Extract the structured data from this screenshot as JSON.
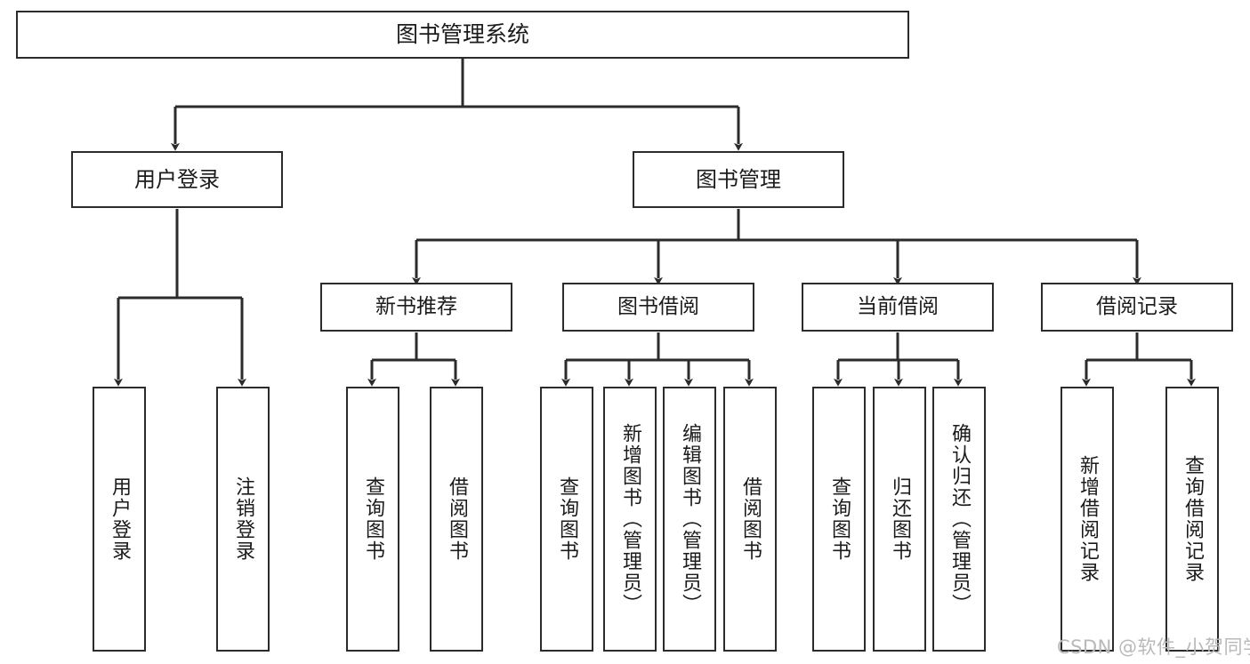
{
  "diagram": {
    "type": "tree-hierarchy",
    "title": "图书管理系统",
    "watermark": "CSDN @软件_小贺同学",
    "colors": {
      "stroke": "#2b2b2b",
      "fill": "#ffffff",
      "text": "#1b1b1b",
      "watermark": "#b9b9b9"
    },
    "nodes": {
      "root": {
        "label": "图书管理系统"
      },
      "level1": [
        {
          "id": "user-login",
          "label": "用户登录"
        },
        {
          "id": "book-management",
          "label": "图书管理"
        }
      ],
      "level2": [
        {
          "id": "new-book-recommend",
          "label": "新书推荐"
        },
        {
          "id": "book-borrow",
          "label": "图书借阅"
        },
        {
          "id": "current-borrow",
          "label": "当前借阅"
        },
        {
          "id": "borrow-record",
          "label": "借阅记录"
        }
      ],
      "leaves": {
        "user-login": [
          {
            "id": "leaf-user-login",
            "label": "用户登录"
          },
          {
            "id": "leaf-logout",
            "label": "注销登录"
          }
        ],
        "new-book-recommend": [
          {
            "id": "leaf-query-book-1",
            "label": "查询图书"
          },
          {
            "id": "leaf-borrow-book-1",
            "label": "借阅图书"
          }
        ],
        "book-borrow": [
          {
            "id": "leaf-query-book-2",
            "label": "查询图书"
          },
          {
            "id": "leaf-add-book",
            "label": "新增图书（管理员）"
          },
          {
            "id": "leaf-edit-book",
            "label": "编辑图书（管理员）"
          },
          {
            "id": "leaf-borrow-book-2",
            "label": "借阅图书"
          }
        ],
        "current-borrow": [
          {
            "id": "leaf-query-book-3",
            "label": "查询图书"
          },
          {
            "id": "leaf-return-book",
            "label": "归还图书"
          },
          {
            "id": "leaf-confirm-return",
            "label": "确认归还（管理员）"
          }
        ],
        "borrow-record": [
          {
            "id": "leaf-add-record",
            "label": "新增借阅记录"
          },
          {
            "id": "leaf-query-record",
            "label": "查询借阅记录"
          }
        ]
      }
    }
  }
}
